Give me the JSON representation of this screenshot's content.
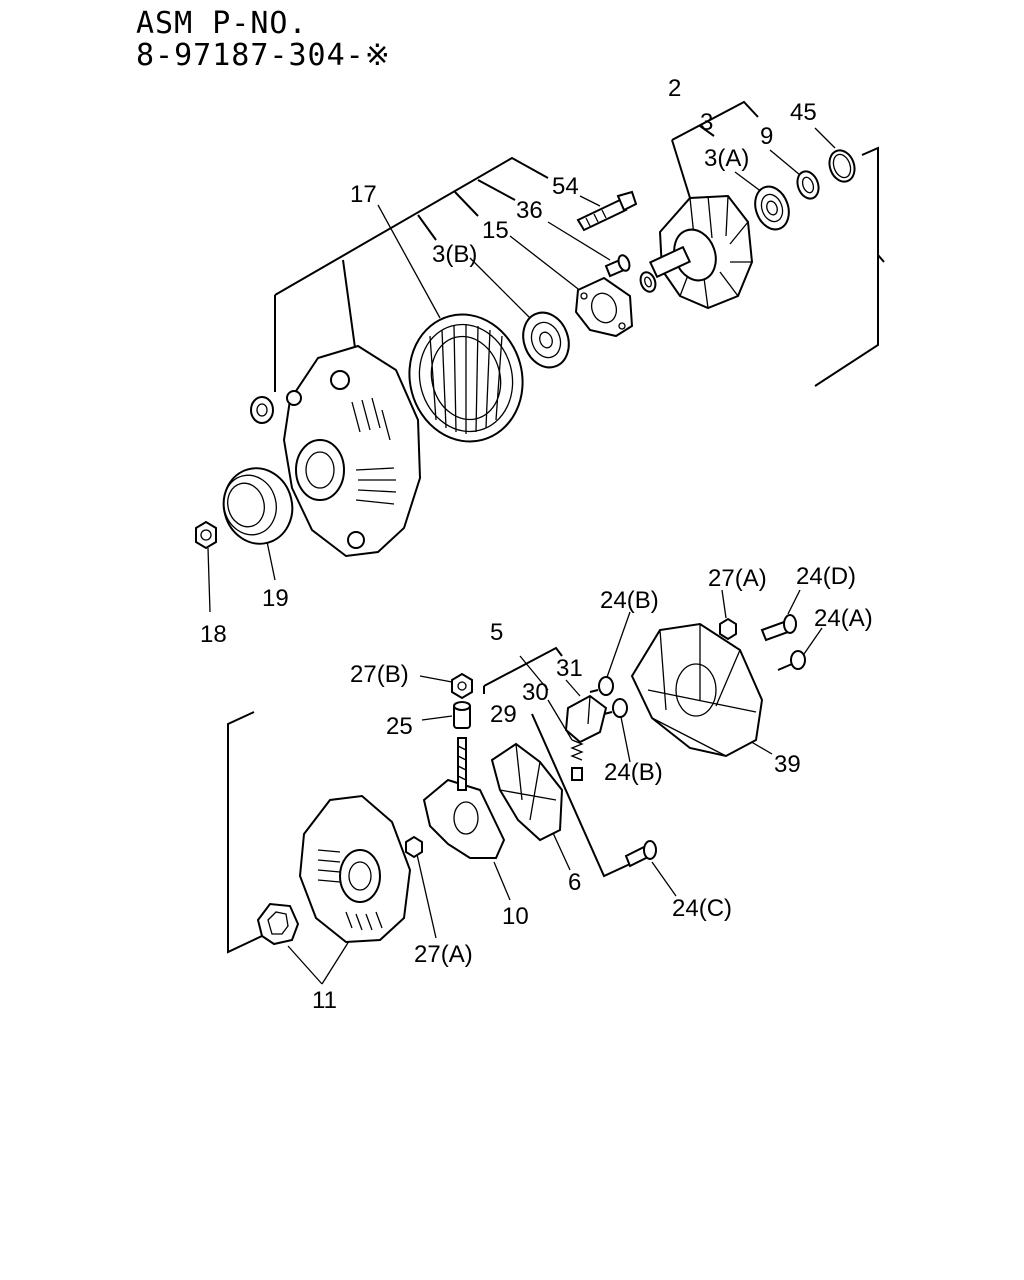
{
  "header": {
    "line1": "ASM P-NO.",
    "line2": "8-97187-304-※"
  },
  "labels": {
    "p2": "2",
    "p3": "3",
    "p3a": "3(A)",
    "p9": "9",
    "p45": "45",
    "p54": "54",
    "p36": "36",
    "p15": "15",
    "p3b": "3(B)",
    "p17": "17",
    "p19": "19",
    "p18": "18",
    "p27a_top": "27(A)",
    "p24d": "24(D)",
    "p24a": "24(A)",
    "p24b_top": "24(B)",
    "p5": "5",
    "p31": "31",
    "p30": "30",
    "p29": "29",
    "p27b": "27(B)",
    "p25": "25",
    "p24b_bot": "24(B)",
    "p39": "39",
    "p6": "6",
    "p24c": "24(C)",
    "p10": "10",
    "p27a_bot": "27(A)",
    "p11": "11"
  }
}
